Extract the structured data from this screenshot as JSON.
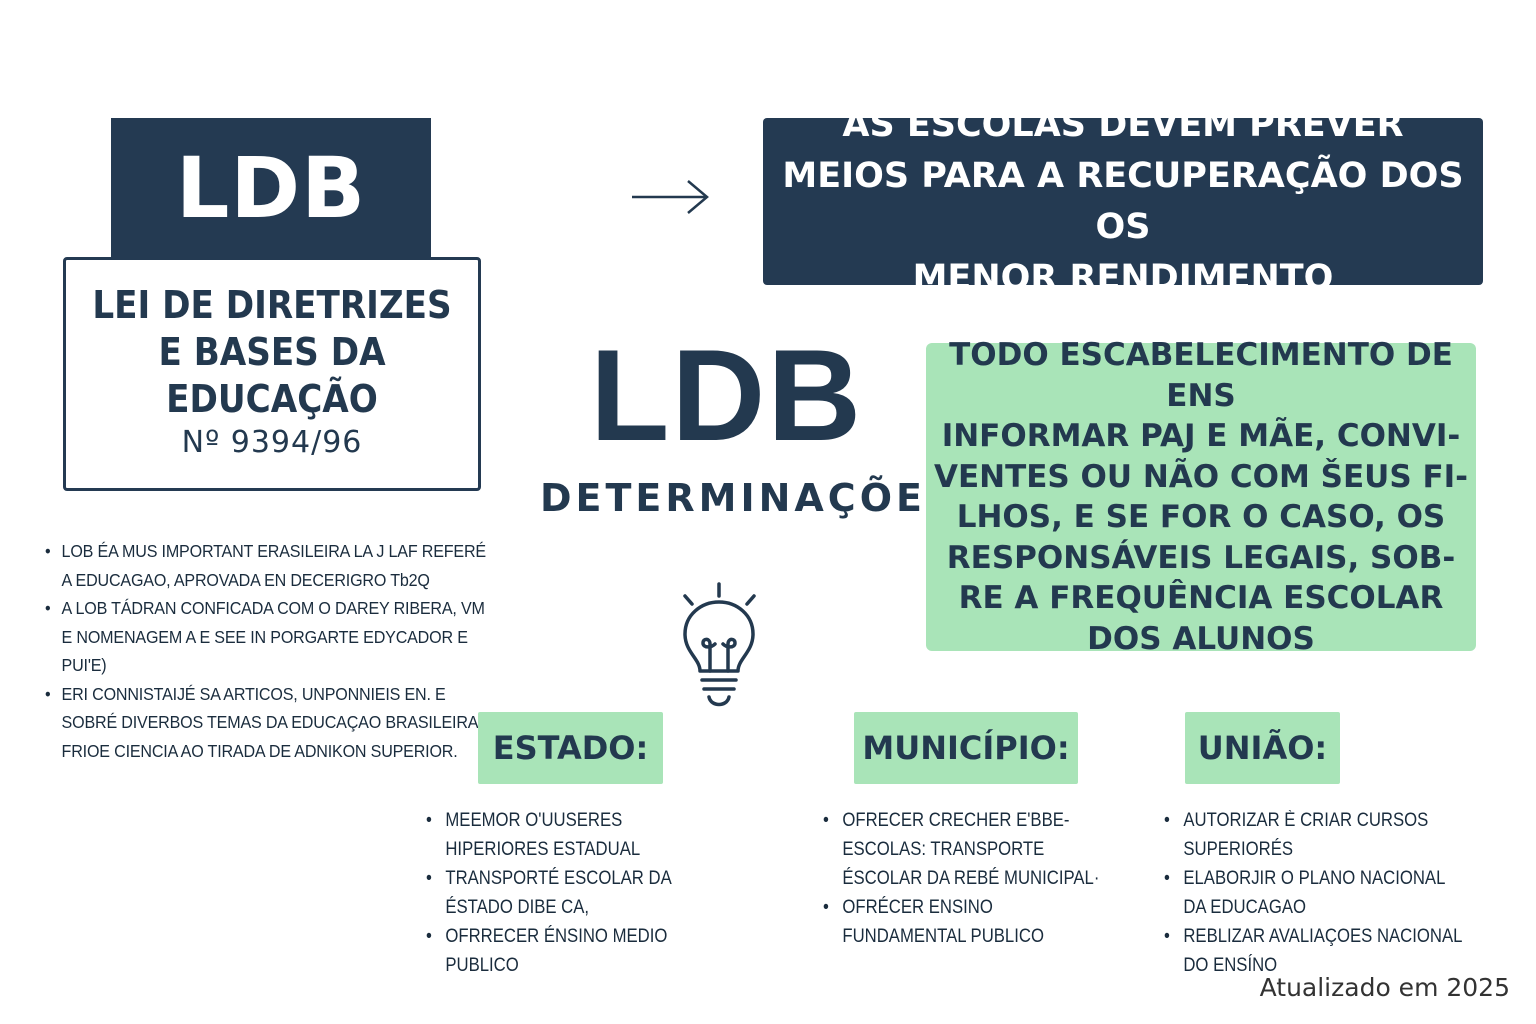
{
  "left": {
    "acronym": "LDB",
    "title_lines": [
      "LEI DE DIRETRIZES",
      "E BASES DA",
      "EDUCAÇÃO"
    ],
    "number": "Nº 9394/96",
    "bullets": [
      "LOB ÉA MUS IMPORTANT ERASILEIRA LA J LAF REFERÉ A EDUCAGAO, APROVADA EN DECERIGRO Tb2Q",
      "A LOB TÁDRAN CONFICADA COM O DAREY RIBERA, VM E NOMENAGEM A E SEE IN PORGARTE EDYCADOR E PUI'E)",
      "ERI CONNISTAIJÉ SA ARTICOS, UNPONNIEIS EN. E SOBRÉ DIVERBOS TEMAS DA EDUCAÇAO BRASILEIRA, FRIOE CIENCIA AO TIRADA DE ADNIKON SUPERIOR."
    ]
  },
  "recovery": {
    "lines": [
      "AS ESCOLAS DEVEM PREVER",
      "MEIOS PARA A RECUPERAÇÃO DOS OS",
      "MENOR RENDIMENTO"
    ]
  },
  "center": {
    "acronym": "LDB",
    "subtitle": "DETERMINAÇÕES"
  },
  "green_note": {
    "lines": [
      "TODO ESCABELECIMENTO DE ENS",
      "INFORMAR PAJ E MÃE, CONVI-",
      "VENTES OU NÃO COM ŠEUS FI-",
      "LHOS, E SE FOR O CASO, OS",
      "RESPONSÁVEIS LEGAIS, SOB-",
      "RE A FREQUÊNCIA ESCOLAR",
      "DOS ALUNOS"
    ]
  },
  "icons": {
    "arrow": "arrow-right-icon",
    "bulb": "lightbulb-icon"
  },
  "sections": {
    "estado": {
      "label": "ESTADO:",
      "items": [
        "MEEMOR O'UUSERES HIPERIORES ESTADUAL",
        "TRANSPORTÉ ESCOLAR DA ÉSTADO DIBE CA,",
        "OFRRECER ÉNSINO MEDIO PUBLICO"
      ]
    },
    "municipio": {
      "label": "MUNICÍPIO:",
      "items": [
        "OFRECER CRECHER E'BBE-ESCOLAS: TRANSPORTE ÉSCOLAR DA REBÉ MUNICIPAL·",
        "OFRÉCER ENSINO FUNDAMENTAL PUBLICO"
      ]
    },
    "uniao": {
      "label": "UNIÃO:",
      "items": [
        "AUTORIZAR È CRIAR CURSOS SUPERIORÉS",
        "ELABORJIR O PLANO NACIONAL DA EDUCAGAO",
        "REBLIZAR AVALIAÇOES NACIONAL DO ENSÍNO"
      ]
    }
  },
  "footer": "Atualizado em 2025",
  "colors": {
    "navy": "#243a52",
    "green": "#a9e4b8",
    "background": "#ffffff"
  }
}
